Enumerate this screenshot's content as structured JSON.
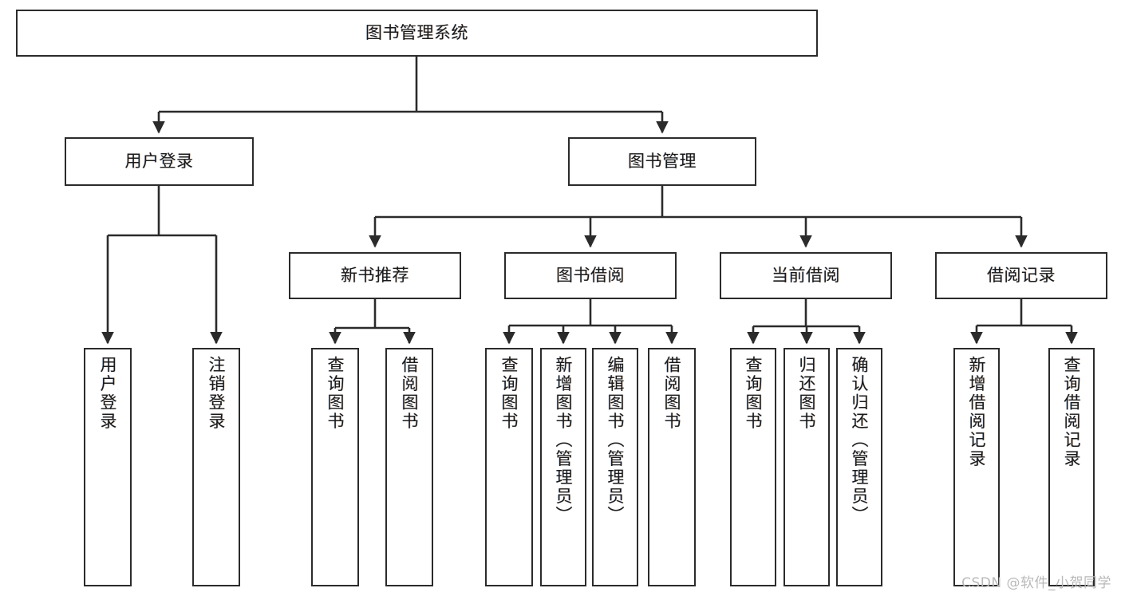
{
  "diagram": {
    "title": "图书管理系统",
    "type": "tree",
    "watermark": "CSDN @软件_小贺同学",
    "colors": {
      "box_border": "#2b2b2b",
      "box_fill": "#ffffff",
      "connector": "#2b2b2b",
      "text": "#1a1a1a",
      "watermark": "#b9b9b9",
      "background": "#ffffff"
    },
    "levels": {
      "root": {
        "id": "root",
        "label": "图书管理系统"
      },
      "level2": [
        {
          "id": "user-login",
          "label": "用户登录"
        },
        {
          "id": "book-management",
          "label": "图书管理"
        }
      ],
      "level3": [
        {
          "id": "new-book-recommend",
          "label": "新书推荐"
        },
        {
          "id": "book-borrow",
          "label": "图书借阅"
        },
        {
          "id": "current-borrow",
          "label": "当前借阅"
        },
        {
          "id": "borrow-record",
          "label": "借阅记录"
        }
      ],
      "leaves": [
        {
          "id": "leaf-user-login",
          "label": "用户登录",
          "parent": "user-login"
        },
        {
          "id": "leaf-logout",
          "label": "注销登录",
          "parent": "user-login"
        },
        {
          "id": "leaf-query-book-1",
          "label": "查询图书",
          "parent": "new-book-recommend"
        },
        {
          "id": "leaf-borrow-book-1",
          "label": "借阅图书",
          "parent": "new-book-recommend"
        },
        {
          "id": "leaf-query-book-2",
          "label": "查询图书",
          "parent": "book-borrow"
        },
        {
          "id": "leaf-add-book",
          "label": "新增图书（管理员）",
          "parent": "book-borrow"
        },
        {
          "id": "leaf-edit-book",
          "label": "编辑图书（管理员）",
          "parent": "book-borrow"
        },
        {
          "id": "leaf-borrow-book-2",
          "label": "借阅图书",
          "parent": "book-borrow"
        },
        {
          "id": "leaf-query-book-3",
          "label": "查询图书",
          "parent": "current-borrow"
        },
        {
          "id": "leaf-return-book",
          "label": "归还图书",
          "parent": "current-borrow"
        },
        {
          "id": "leaf-confirm-return",
          "label": "确认归还（管理员）",
          "parent": "current-borrow"
        },
        {
          "id": "leaf-add-record",
          "label": "新增借阅记录",
          "parent": "borrow-record"
        },
        {
          "id": "leaf-query-record",
          "label": "查询借阅记录",
          "parent": "borrow-record"
        }
      ]
    }
  }
}
